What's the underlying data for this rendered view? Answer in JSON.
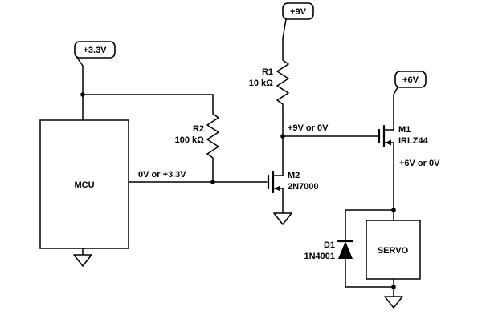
{
  "schematic": {
    "flags": {
      "v33": "+3.3V",
      "v9": "+9V",
      "v6": "+6V"
    },
    "blocks": {
      "mcu": "MCU",
      "servo": "SERVO"
    },
    "components": {
      "r1": {
        "ref": "R1",
        "value": "10 kΩ"
      },
      "r2": {
        "ref": "R2",
        "value": "100 kΩ"
      },
      "m2": {
        "ref": "M2",
        "value": "2N7000"
      },
      "m1": {
        "ref": "M1",
        "value": "IRLZ44"
      },
      "d1": {
        "ref": "D1",
        "value": "1N4001"
      }
    },
    "nets": {
      "mcu_out": "0V or +3.3V",
      "m2_drain": "+9V or 0V",
      "m1_source": "+6V or 0V"
    },
    "colors": {
      "wire": "#000000",
      "background": "#ffffff"
    }
  }
}
